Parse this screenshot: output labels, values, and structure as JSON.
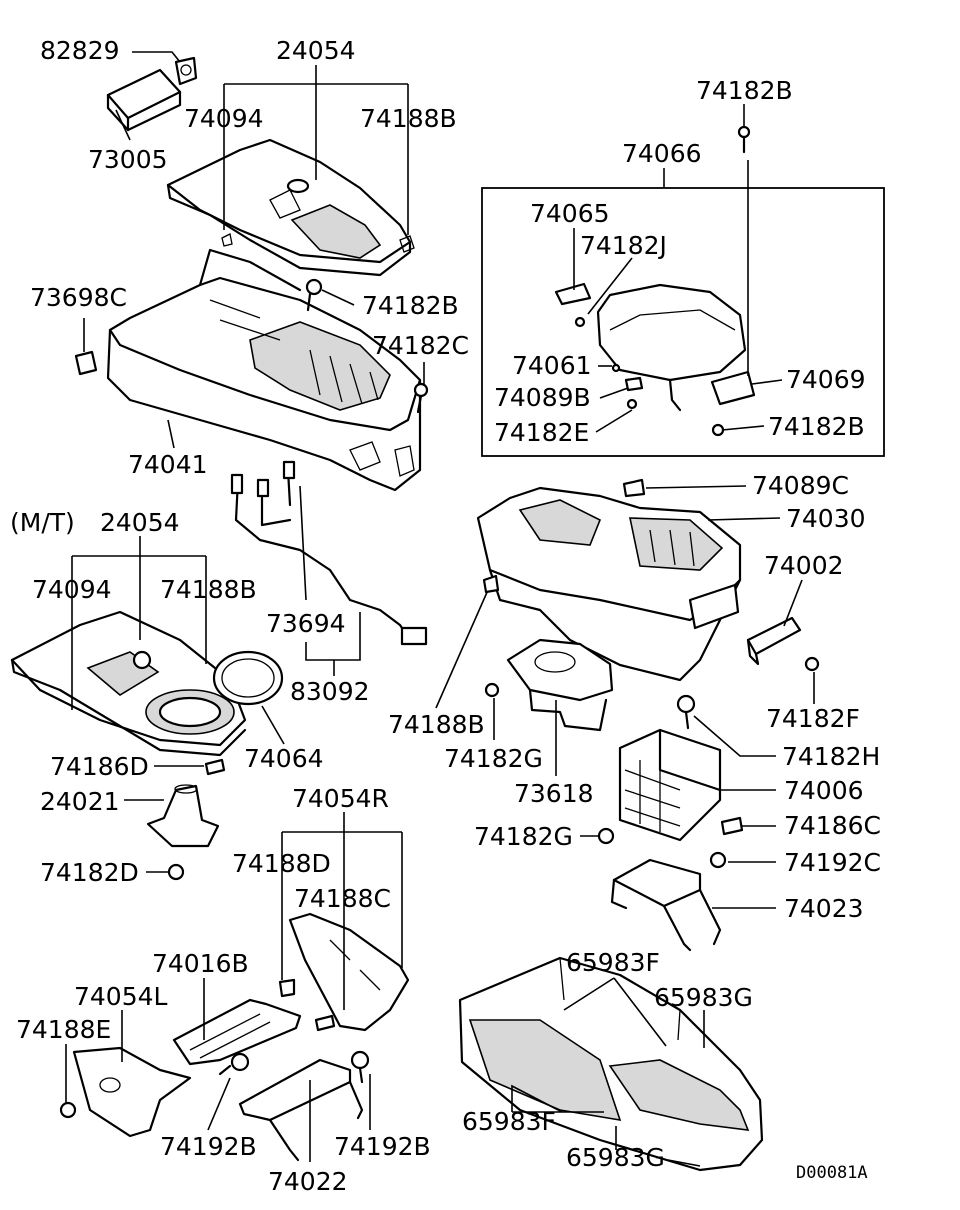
{
  "labels": {
    "p82829": "82829",
    "p24054_top": "24054",
    "p74094_top": "74094",
    "p74188B_top": "74188B",
    "p73005": "73005",
    "p73698C": "73698C",
    "p74182B_mid": "74182B",
    "p74182C": "74182C",
    "p74041": "74041",
    "p74182B_tr": "74182B",
    "p74066": "74066",
    "p74065": "74065",
    "p74182J": "74182J",
    "p74061": "74061",
    "p74089B": "74089B",
    "p74182E": "74182E",
    "p74069": "74069",
    "p74182B_box": "74182B",
    "p74089C": "74089C",
    "p74030": "74030",
    "p24054_mt": "24054",
    "mt_prefix": "(M/T)",
    "p74094_mt": "74094",
    "p74188B_mt": "74188B",
    "p73694": "73694",
    "p83092": "83092",
    "p74002": "74002",
    "p74182F": "74182F",
    "p74188B_low": "74188B",
    "p74064": "74064",
    "p74186D": "74186D",
    "p74182G_a": "74182G",
    "p74182H": "74182H",
    "p24021": "24021",
    "p73618": "73618",
    "p74006": "74006",
    "p74054R": "74054R",
    "p74182G_b": "74182G",
    "p74186C": "74186C",
    "p74182D": "74182D",
    "p74188D": "74188D",
    "p74192C": "74192C",
    "p74188C": "74188C",
    "p74023": "74023",
    "p74016B": "74016B",
    "p65983F_top": "65983F",
    "p74054L": "74054L",
    "p65983G_top": "65983G",
    "p74188E": "74188E",
    "p65983F_bot": "65983F",
    "p74192B_l": "74192B",
    "p74192B_r": "74192B",
    "p65983G_bot": "65983G",
    "p74022": "74022"
  },
  "diagram_code": "D00081A"
}
